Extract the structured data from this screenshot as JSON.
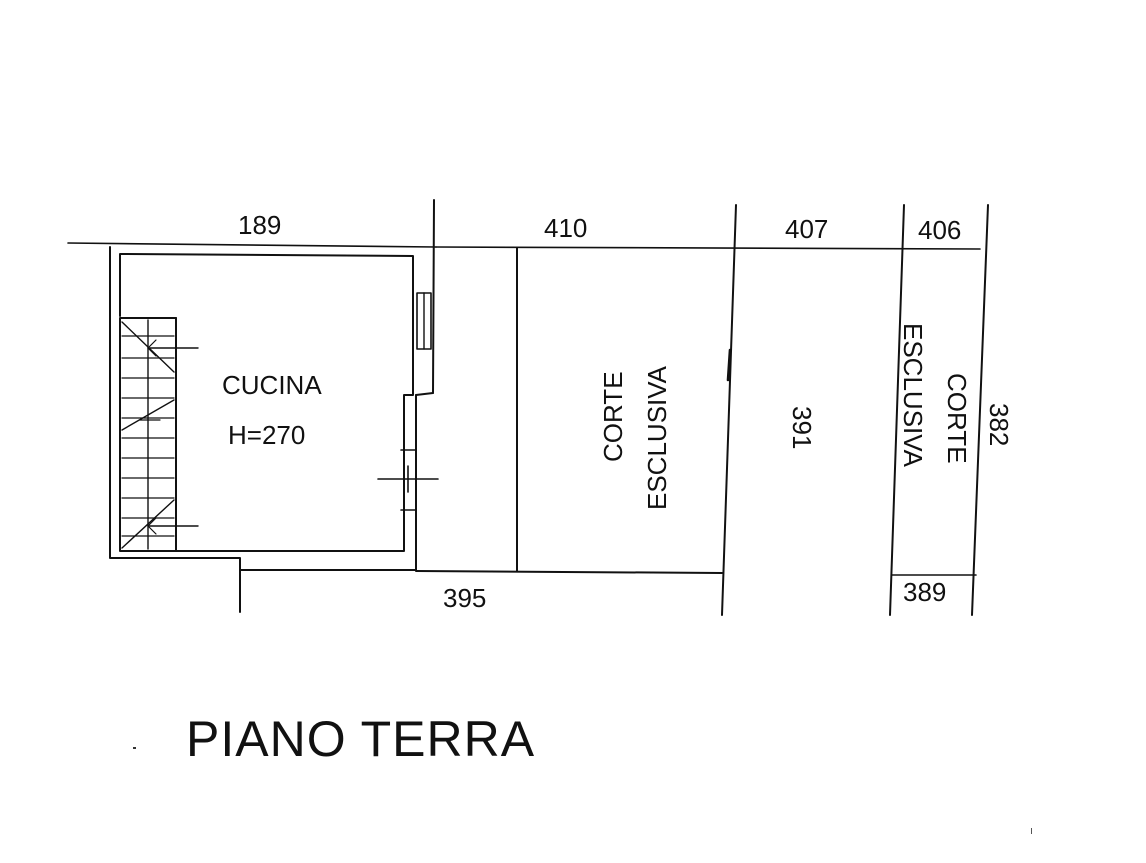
{
  "plan": {
    "title": "PIANO TERRA",
    "rooms": {
      "kitchen": {
        "name": "CUCINA",
        "height": "H=270"
      },
      "court_center": {
        "line1": "CORTE",
        "line2": "ESCLUSIVA"
      },
      "court_right": {
        "line1": "CORTE",
        "line2": "ESCLUSIVA"
      }
    },
    "dimensions": {
      "top_1": "189",
      "top_2": "410",
      "top_3": "407",
      "top_4": "406",
      "bottom_1": "395",
      "bottom_2": "389",
      "side_1": "391",
      "side_2": "382"
    }
  }
}
